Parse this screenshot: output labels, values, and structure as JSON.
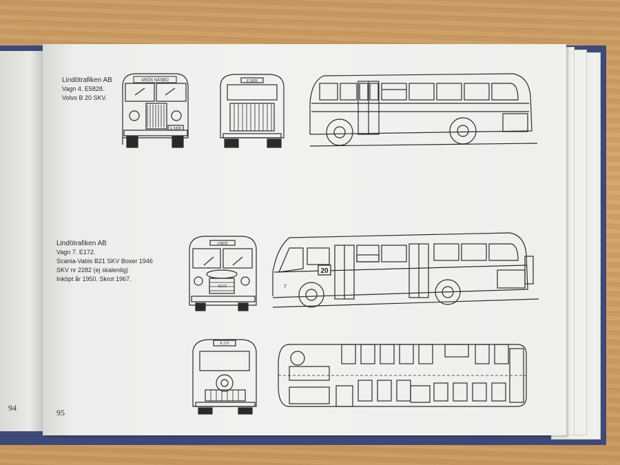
{
  "caption1": {
    "lines": [
      "Lindötrafiken AB",
      "Vagn 4.  E5828.",
      "Volvo B 20 SKV."
    ]
  },
  "caption2": {
    "lines": [
      "Lindötrafiken AB",
      "Vagn 7.  E172.",
      "Scania-Vabis B21  SKV Boxer 1946",
      "SKV nr 2282 (ej skalenlig)",
      "Inköpt år 1950.  Skrot 1967."
    ]
  },
  "page_left_number": "94",
  "page_right_number": "95",
  "bus1_front_sign": "ARÖS  NÄSBO",
  "bus1_front_plate": "E 5828",
  "bus1_rear_sign": "E 5828",
  "bus2_front_sign": "LINDÖ",
  "bus2_front_plate": "E172",
  "bus2_route_number": "20",
  "bus2_side_number": "7",
  "bus2_rear_sign": "E 172"
}
